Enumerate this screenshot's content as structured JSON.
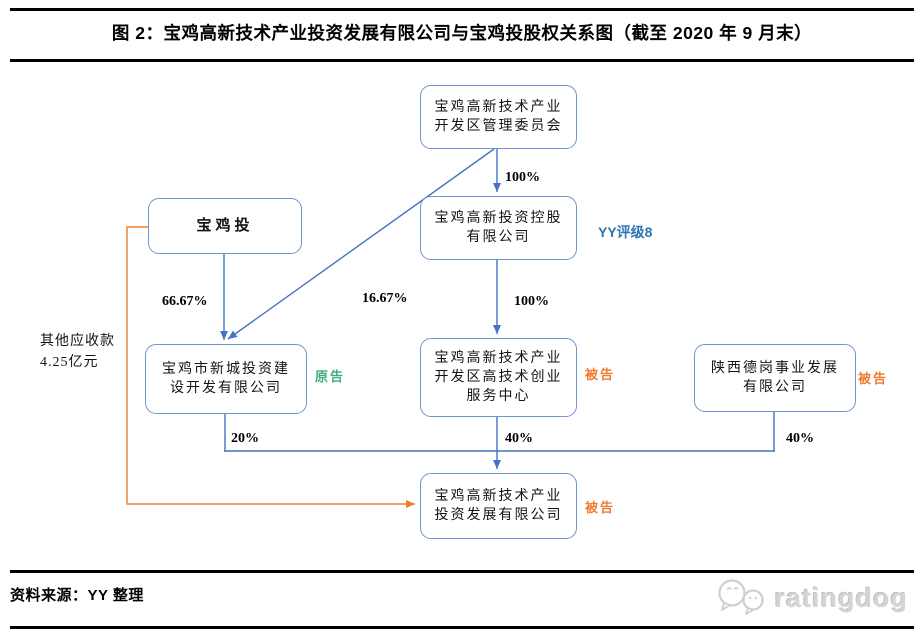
{
  "figure": {
    "title": "图 2：宝鸡高新技术产业投资发展有限公司与宝鸡投股权关系图（截至 2020 年 9 月末）",
    "source": "资料来源：YY 整理",
    "watermark": "ratingdog"
  },
  "nodes": {
    "mgmt": {
      "line1": "宝鸡高新技术产业",
      "line2": "开发区管理委员会"
    },
    "baojitou": {
      "line1": "宝鸡投"
    },
    "holding": {
      "line1": "宝鸡高新投资控股",
      "line2": "有限公司"
    },
    "xincheng": {
      "line1": "宝鸡市新城投资建",
      "line2": "设开发有限公司"
    },
    "service": {
      "line1": "宝鸡高新技术产业",
      "line2": "开发区高技术创业",
      "line3": "服务中心"
    },
    "shanxi": {
      "line1": "陕西德岗事业发展",
      "line2": "有限公司"
    },
    "target": {
      "line1": "宝鸡高新技术产业",
      "line2": "投资发展有限公司"
    }
  },
  "edges": {
    "mgmt_holding": "100%",
    "baojitou_xincheng": "66.67%",
    "mgmt_xincheng": "16.67%",
    "holding_service": "100%",
    "xincheng_target": "20%",
    "service_target": "40%",
    "shanxi_target": "40%"
  },
  "annotations": {
    "rating": "YY评级8",
    "plaintiff": "原告",
    "defendant": "被告",
    "receivable_line1": "其他应收款",
    "receivable_line2": "4.25亿元"
  },
  "colors": {
    "connector_blue": "#4472c4",
    "box_border_blue": "#6f95d2",
    "orange": "#ed7d31",
    "green": "#3eae7c",
    "rating_blue": "#2e74b5",
    "watermark_gray": "#d4d4d4"
  }
}
